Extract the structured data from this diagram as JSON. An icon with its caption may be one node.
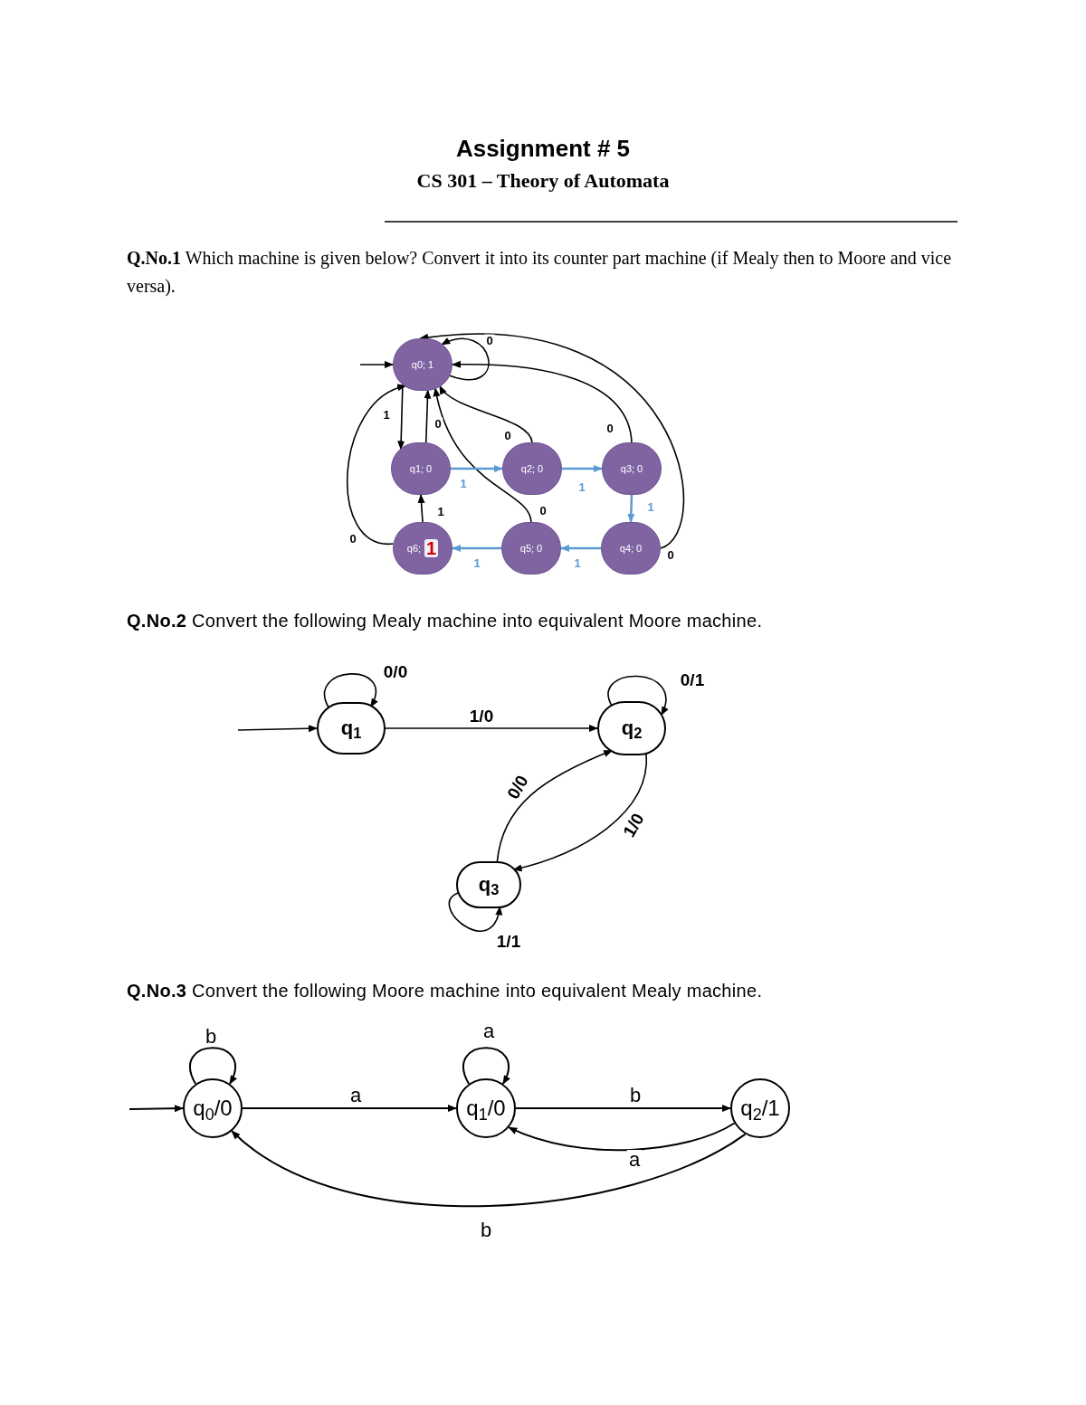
{
  "diagram": {
    "title": "Assignment # 5",
    "nodes": [
      {
        "text": [
          "q0; 1"
        ]
      },
      {
        "text": [
          "q1; 0"
        ]
      },
      {
        "text": [
          "q2; 0"
        ]
      },
      {
        "text": [
          "q3; 0"
        ]
      },
      {
        "text": [
          "q4; 0"
        ]
      },
      {
        "text": [
          "q5; 0"
        ]
      },
      {
        "text": [
          "q6;",
          "1"
        ]
      },
      {
        "text": [
          "q$_{1}$"
        ]
      },
      {
        "text": [
          "q$_{2}$"
        ]
      },
      {
        "text": [
          "q$_{3}$"
        ]
      },
      {
        "text": [
          "q$_{0}$/0"
        ]
      },
      {
        "text": [
          "q$_{1}$/0"
        ]
      },
      {
        "text": [
          "q$_{2}$/1"
        ]
      }
    ],
    "edges": [
      {
        "from": null,
        "to": 0,
        "arrow": "to"
      },
      {
        "from": 0,
        "to": 0,
        "arrow": "to",
        "label": "0"
      },
      {
        "from": 0,
        "to": 1,
        "arrow": "to",
        "label": "1"
      },
      {
        "from": 1,
        "to": 0,
        "arrow": "to",
        "label": "0"
      },
      {
        "from": 2,
        "to": 0,
        "arrow": "to",
        "label": "0"
      },
      {
        "from": 3,
        "to": 0,
        "arrow": "to",
        "label": "0"
      },
      {
        "from": 4,
        "to": 0,
        "arrow": "to",
        "label": "0"
      },
      {
        "from": 5,
        "to": 0,
        "arrow": "to",
        "label": "0"
      },
      {
        "from": 6,
        "to": 0,
        "arrow": "to",
        "label": "0"
      },
      {
        "from": 1,
        "to": 2,
        "arrow": "to",
        "label": "1",
        "color": "#5b9bd5"
      },
      {
        "from": 2,
        "to": 3,
        "arrow": "to",
        "label": "1",
        "color": "#5b9bd5"
      },
      {
        "from": 3,
        "to": 4,
        "arrow": "to",
        "label": "1",
        "color": "#5b9bd5"
      },
      {
        "from": 4,
        "to": 5,
        "arrow": "to",
        "label": "1",
        "color": "#5b9bd5"
      },
      {
        "from": 5,
        "to": 6,
        "arrow": "to",
        "label": "1",
        "color": "#5b9bd5"
      },
      {
        "from": 6,
        "to": 1,
        "arrow": "to",
        "label": "1"
      },
      {
        "from": null,
        "to": 7,
        "arrow": "to"
      },
      {
        "from": 7,
        "to": 7,
        "arrow": "to",
        "label": "0/0"
      },
      {
        "from": 7,
        "to": 8,
        "arrow": "to",
        "label": "1/0"
      },
      {
        "from": 8,
        "to": 8,
        "arrow": "to",
        "label": "0/1"
      },
      {
        "from": 9,
        "to": 8,
        "arrow": "to",
        "label": "0/0"
      },
      {
        "from": 8,
        "to": 9,
        "arrow": "to",
        "label": "1/0"
      },
      {
        "from": 9,
        "to": 9,
        "arrow": "to",
        "label": "1/1"
      },
      {
        "from": null,
        "to": 10,
        "arrow": "to"
      },
      {
        "from": 10,
        "to": 10,
        "arrow": "to",
        "label": "b"
      },
      {
        "from": 10,
        "to": 11,
        "arrow": "to",
        "label": "a"
      },
      {
        "from": 11,
        "to": 11,
        "arrow": "to",
        "label": "a"
      },
      {
        "from": 11,
        "to": 12,
        "arrow": "to",
        "label": "b"
      },
      {
        "from": 12,
        "to": 11,
        "arrow": "to",
        "label": "a"
      },
      {
        "from": 12,
        "to": 10,
        "arrow": "to",
        "label": "b"
      }
    ],
    "labels": [
      "CS 301 – Theory of Automata",
      "**Q.No.1** Which machine is given below? Convert it into its counter part machine (if Mealy then to Moore and vice versa).",
      "**Q.No.2** Convert the following Mealy machine into equivalent Moore machine.",
      "**Q.No.3** Convert the following Moore machine into equivalent Mealy machine."
    ]
  }
}
